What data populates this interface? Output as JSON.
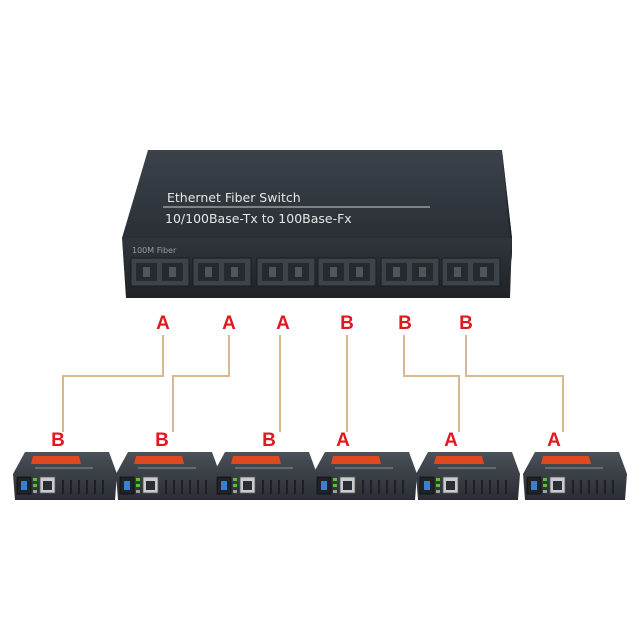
{
  "switch": {
    "title": "Ethernet Fiber Switch",
    "subtitle": "10/100Base-Tx to 100Base-Fx",
    "port_group_label": "100M Fiber",
    "port_labels": [
      "A",
      "A",
      "A",
      "B",
      "B",
      "B"
    ]
  },
  "converters": [
    {
      "label": "B"
    },
    {
      "label": "B"
    },
    {
      "label": "B"
    },
    {
      "label": "A"
    },
    {
      "label": "A"
    },
    {
      "label": "A"
    }
  ],
  "colors": {
    "label_red": "#e0191f",
    "cable": "#d9b891",
    "switch_body": "#2e333a",
    "converter_body": "#3a3f46",
    "converter_accent": "#e0481f"
  }
}
